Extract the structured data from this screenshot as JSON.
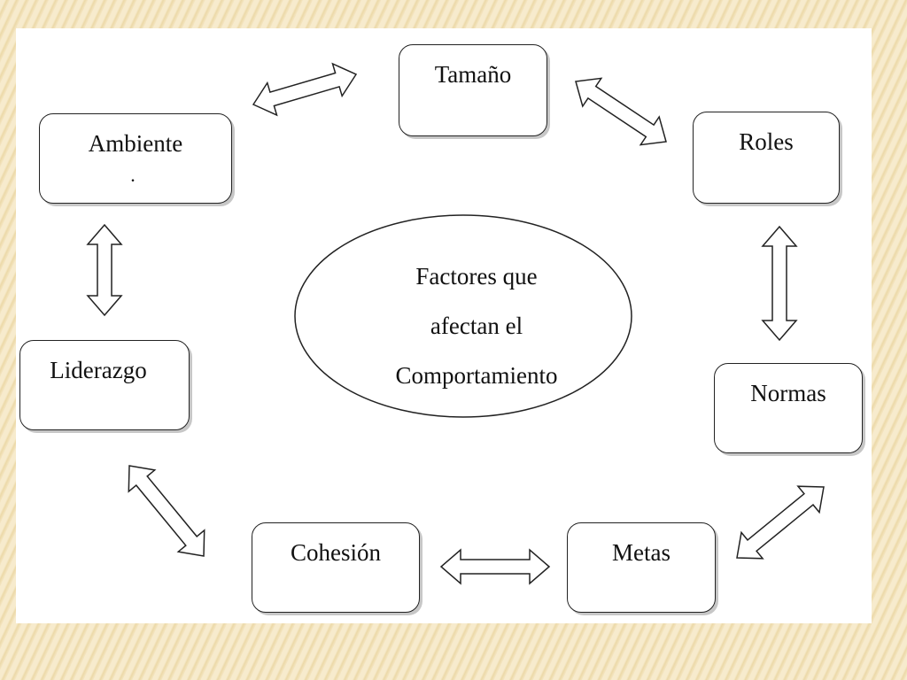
{
  "diagram": {
    "center": {
      "lines": [
        "Factores que",
        "afectan el",
        "Comportamiento"
      ]
    },
    "nodes": {
      "tamano": "Tamaño",
      "roles": "Roles",
      "normas": "Normas",
      "metas": "Metas",
      "cohesion": "Cohesión",
      "liderazgo": "Liderazgo",
      "ambiente": "Ambiente",
      "ambiente_mark": "."
    }
  }
}
